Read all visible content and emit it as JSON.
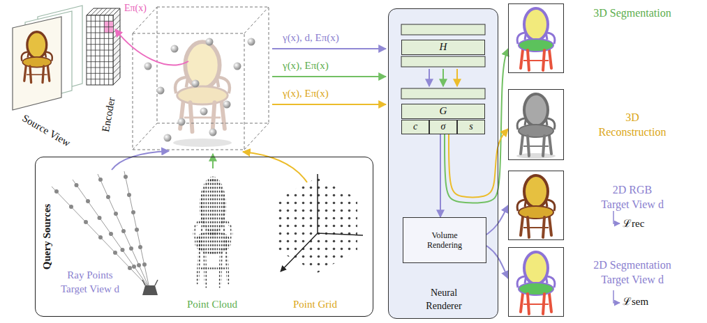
{
  "diagram": {
    "nodes": [
      {
        "text": [
          "Query Sources"
        ]
      },
      {
        "text": [
          "Neural Renderer"
        ]
      },
      {
        "text": [
          "H"
        ],
        "in": 1
      },
      {
        "text": [
          "G"
        ],
        "in": 1
      },
      {
        "text": [
          "c"
        ],
        "in": 1
      },
      {
        "text": [
          "σ"
        ],
        "in": 1
      },
      {
        "text": [
          "s"
        ],
        "in": 1
      },
      {
        "text": [
          "Volume Rendering"
        ],
        "in": 1
      },
      {
        "text": [
          "3D Segmentation"
        ]
      },
      {
        "text": [
          "3D Reconstruction"
        ]
      },
      {
        "text": [
          "2D RGB Target View d",
          "ℒrec"
        ]
      },
      {
        "text": [
          "2D Segmentation Target View d",
          "ℒsem"
        ]
      }
    ],
    "edges": [
      {
        "from": 5,
        "to": 7,
        "arrow": "to"
      },
      {
        "from": 5,
        "to": 8,
        "arrow": "to"
      },
      {
        "from": 5,
        "to": 9,
        "arrow": "to"
      },
      {
        "from": 7,
        "to": 10,
        "arrow": "to"
      },
      {
        "from": 7,
        "to": 11,
        "arrow": "to"
      }
    ],
    "labels": [
      "Source View",
      "Encoder",
      "Eπ(x)",
      "γ(x), d, Eπ(x)",
      "γ(x), Eπ(x)",
      "γ(x), Eπ(x)",
      "Ray Points Target View d",
      "Point Cloud",
      "Point Grid"
    ]
  }
}
